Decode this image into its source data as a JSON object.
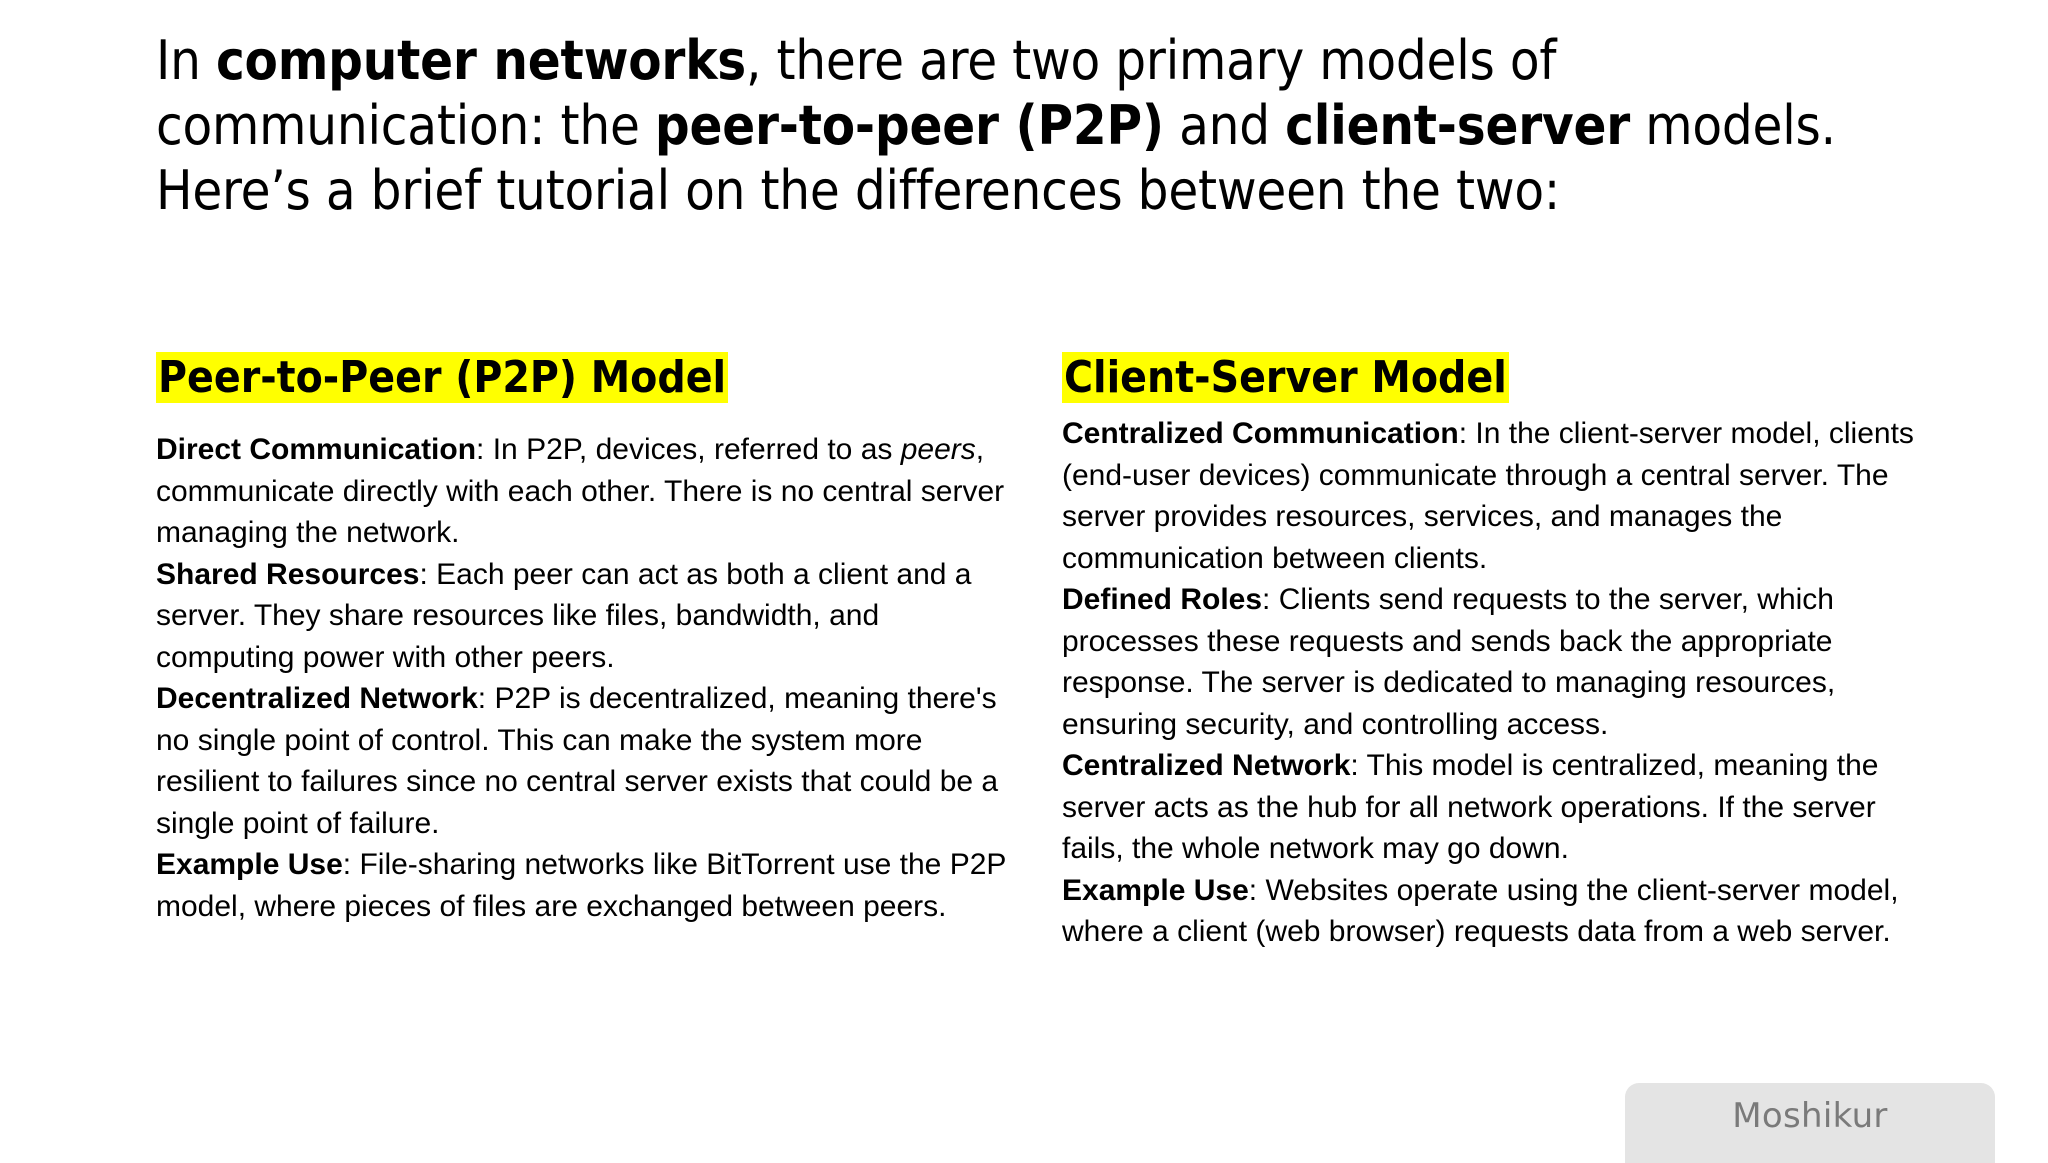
{
  "intro": {
    "segments": [
      {
        "text": "In ",
        "bold": false
      },
      {
        "text": "computer networks",
        "bold": true
      },
      {
        "text": ", there are two primary models of communication: the ",
        "bold": false
      },
      {
        "text": "peer-to-peer (P2P)",
        "bold": true
      },
      {
        "text": " and ",
        "bold": false
      },
      {
        "text": "client-server",
        "bold": true
      },
      {
        "text": " models. Here’s a brief tutorial on the differences between the two:",
        "bold": false
      }
    ],
    "plain_text": "In computer networks, there are two primary models of communication: the peer-to-peer (P2P) and client-server models. Here’s a brief tutorial on the differences between the two:"
  },
  "columns": [
    {
      "id": "p2p",
      "heading": "Peer-to-Peer (P2P) Model",
      "heading_highlight_color": "#FFFF00",
      "blocks": [
        {
          "term": "Direct Communication",
          "segments": [
            {
              "text": ": In P2P, devices, referred to as ",
              "style": "normal"
            },
            {
              "text": "peers",
              "style": "italic"
            },
            {
              "text": ", communicate directly with each other. There is no central server managing the network.",
              "style": "normal"
            }
          ]
        },
        {
          "term": "Shared Resources",
          "segments": [
            {
              "text": ": Each peer can act as both a client and a server. They share resources like files, bandwidth, and computing power with other peers.",
              "style": "normal"
            }
          ]
        },
        {
          "term": "Decentralized Network",
          "segments": [
            {
              "text": ": P2P is decentralized, meaning there's no single point of control. This can make the system more resilient to failures since no central server exists that could be a single point of failure.",
              "style": "normal"
            }
          ]
        },
        {
          "term": "Example Use",
          "segments": [
            {
              "text": ": File-sharing networks like BitTorrent use the P2P model, where pieces of files are exchanged between peers.",
              "style": "normal"
            }
          ]
        }
      ]
    },
    {
      "id": "client-server",
      "heading": "Client-Server Model",
      "heading_highlight_color": "#FFFF00",
      "blocks": [
        {
          "term": "Centralized Communication",
          "segments": [
            {
              "text": ": In the client-server model, clients (end-user devices) communicate through a central server. The server provides resources, services, and manages the communication between clients.",
              "style": "normal"
            }
          ]
        },
        {
          "term": "Defined Roles",
          "segments": [
            {
              "text": ": Clients send requests to the server, which processes these requests and sends back the appropriate response. The server is dedicated to managing resources, ensuring security, and controlling access.",
              "style": "normal"
            }
          ]
        },
        {
          "term": "Centralized Network",
          "segments": [
            {
              "text": ": This model is centralized, meaning the server acts as the hub for all network operations. If the server fails, the whole network may go down.",
              "style": "normal"
            }
          ]
        },
        {
          "term": "Example Use",
          "segments": [
            {
              "text": ": Websites operate using the client-server model, where a client (web browser) requests data from a web server.",
              "style": "normal"
            }
          ]
        }
      ]
    }
  ],
  "watermark": {
    "label": "Moshikur",
    "background_color": "#E4E4E4",
    "text_color": "#7A7A7A"
  },
  "page": {
    "background_color": "#FFFFFF",
    "text_color": "#000000"
  }
}
